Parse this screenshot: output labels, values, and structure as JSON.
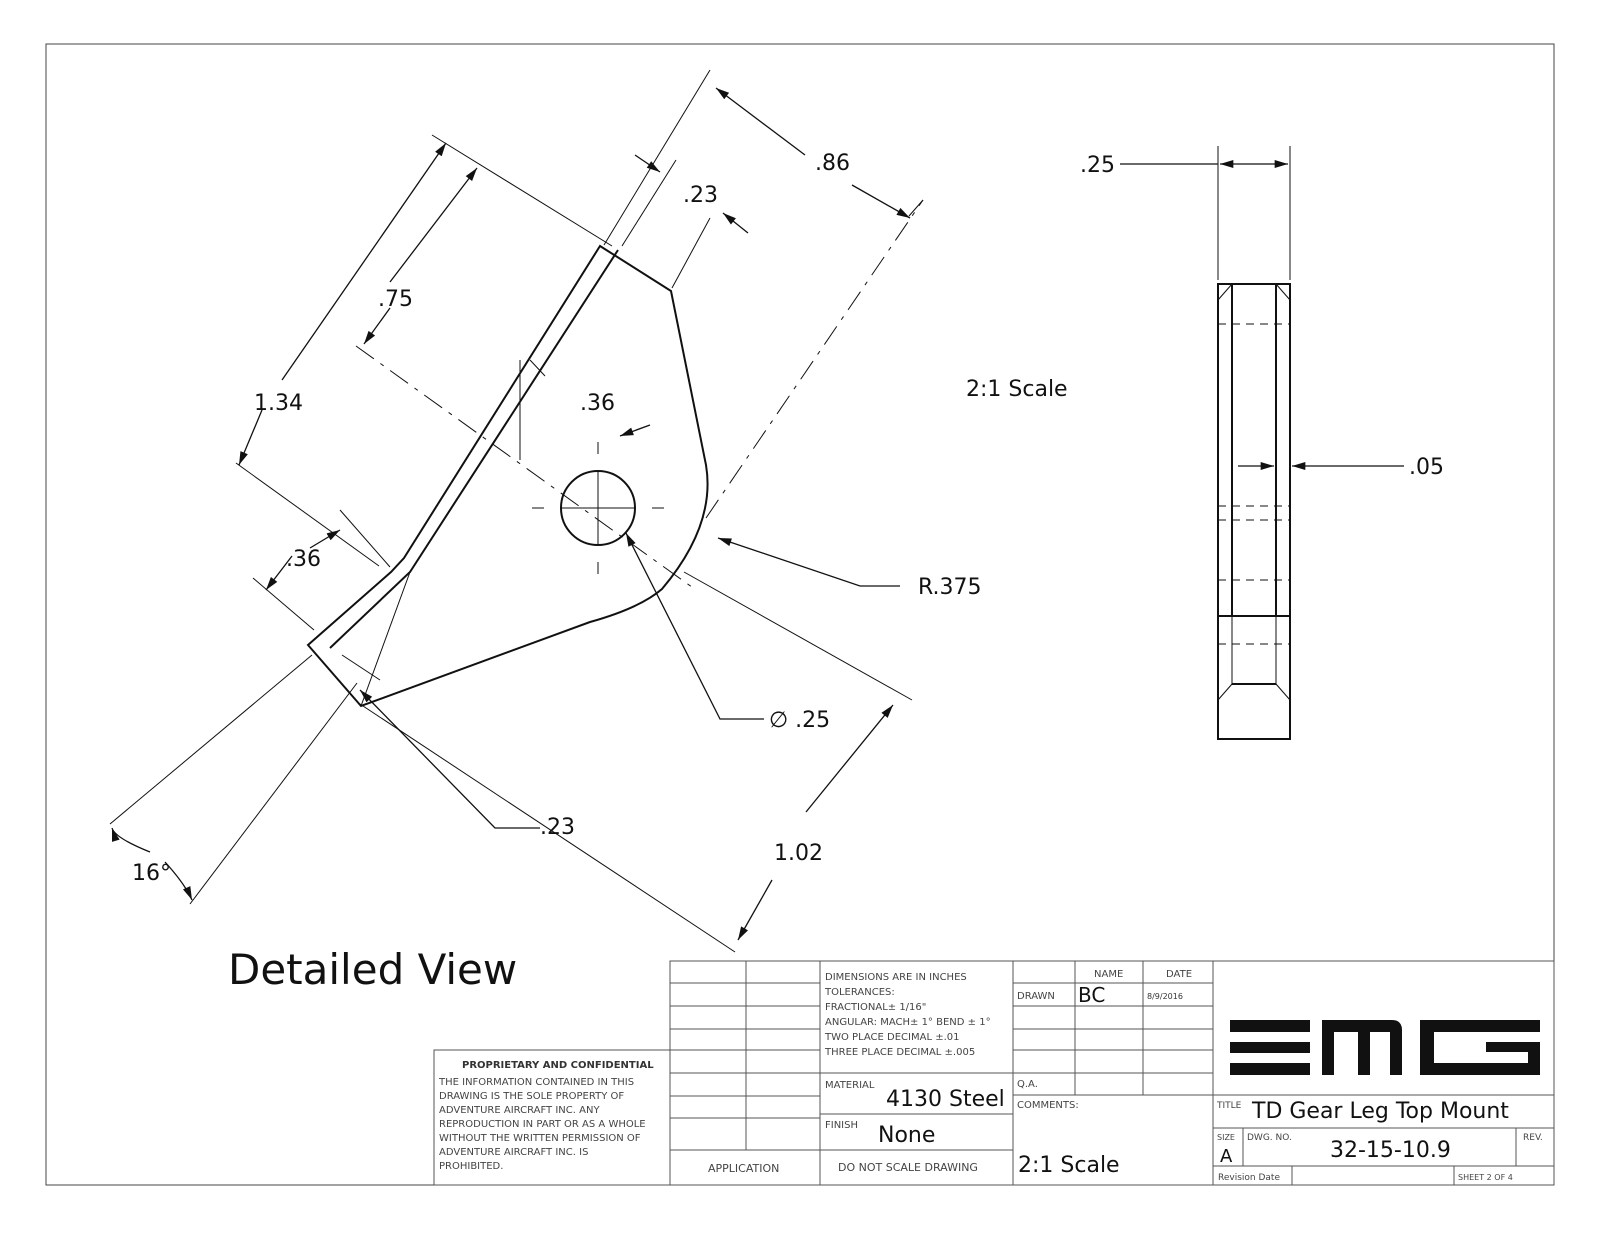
{
  "drawing": {
    "view_title": "Detailed View",
    "scale_note": "2:1 Scale",
    "dimensions": {
      "d086": ".86",
      "d023_top": ".23",
      "d075": ".75",
      "d134": "1.34",
      "d036_center": ".36",
      "d036_left": ".36",
      "r0375": "R.375",
      "dia025": "∅ .25",
      "d023_bottom": ".23",
      "angle16": "16°",
      "d102": "1.02",
      "side025": ".25",
      "side005": ".05"
    }
  },
  "title_block": {
    "proprietary_heading": "PROPRIETARY AND CONFIDENTIAL",
    "proprietary_lines": [
      "THE INFORMATION CONTAINED IN THIS",
      "DRAWING IS THE SOLE PROPERTY OF",
      "ADVENTURE AIRCRAFT INC.  ANY",
      "REPRODUCTION IN PART OR AS A WHOLE",
      "WITHOUT THE WRITTEN PERMISSION OF",
      "ADVENTURE AIRCRAFT INC. IS",
      "PROHIBITED."
    ],
    "application_label": "APPLICATION",
    "tolerance_lines": [
      "DIMENSIONS ARE IN INCHES",
      "TOLERANCES:",
      "FRACTIONAL± 1/16\"",
      "ANGULAR: MACH± 1° BEND ± 1°",
      "TWO PLACE DECIMAL    ±.01",
      "THREE PLACE DECIMAL  ±.005"
    ],
    "material_label": "MATERIAL",
    "material_value": "4130 Steel",
    "finish_label": "FINISH",
    "finish_value": "None",
    "do_not_scale": "DO NOT SCALE DRAWING",
    "name_header": "NAME",
    "date_header": "DATE",
    "drawn_label": "DRAWN",
    "drawn_name": "BC",
    "drawn_date": "8/9/2016",
    "qa_label": "Q.A.",
    "comments_label": "COMMENTS:",
    "comments_value": "2:1 Scale",
    "logo_text": "EMG",
    "title_label": "TITLE",
    "title_value": "TD Gear Leg Top Mount",
    "size_label": "SIZE",
    "size_value": "A",
    "dwg_no_label": "DWG.  NO.",
    "dwg_no_value": "32-15-10.9",
    "rev_label": "REV.",
    "revision_date_label": "Revision Date",
    "sheet_label": "SHEET 2 OF 4"
  }
}
